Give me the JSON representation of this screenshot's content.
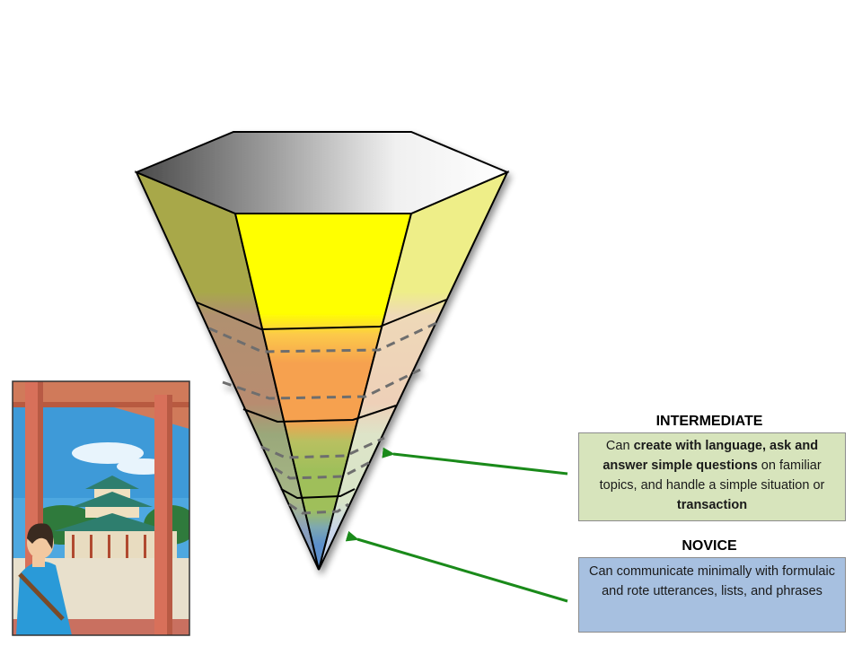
{
  "levels": {
    "intermediate": {
      "title": "INTERMEDIATE",
      "segments": [
        {
          "text": "Can ",
          "bold": false
        },
        {
          "text": "create with language, ask and answer simple questions",
          "bold": true
        },
        {
          "text": " on familiar topics, and handle a simple situation or ",
          "bold": false
        },
        {
          "text": "transaction",
          "bold": true
        }
      ]
    },
    "novice": {
      "title": "NOVICE",
      "segments": [
        {
          "text": "Can communicate minimally with formulaic and rote utterances, lists, and phrases",
          "bold": false
        }
      ]
    }
  },
  "colors": {
    "superior_band": "#ffff00",
    "advanced_band": "#f6a14f",
    "intermediate_band": "#9fbf5a",
    "novice_band": "#5b8fcc",
    "arrow": "#1a8a1a",
    "intermediate_box": "#d7e4bc",
    "novice_box": "#a7c0e0"
  },
  "icons": {
    "illustration": "traveler-at-japanese-temple-illustration"
  }
}
